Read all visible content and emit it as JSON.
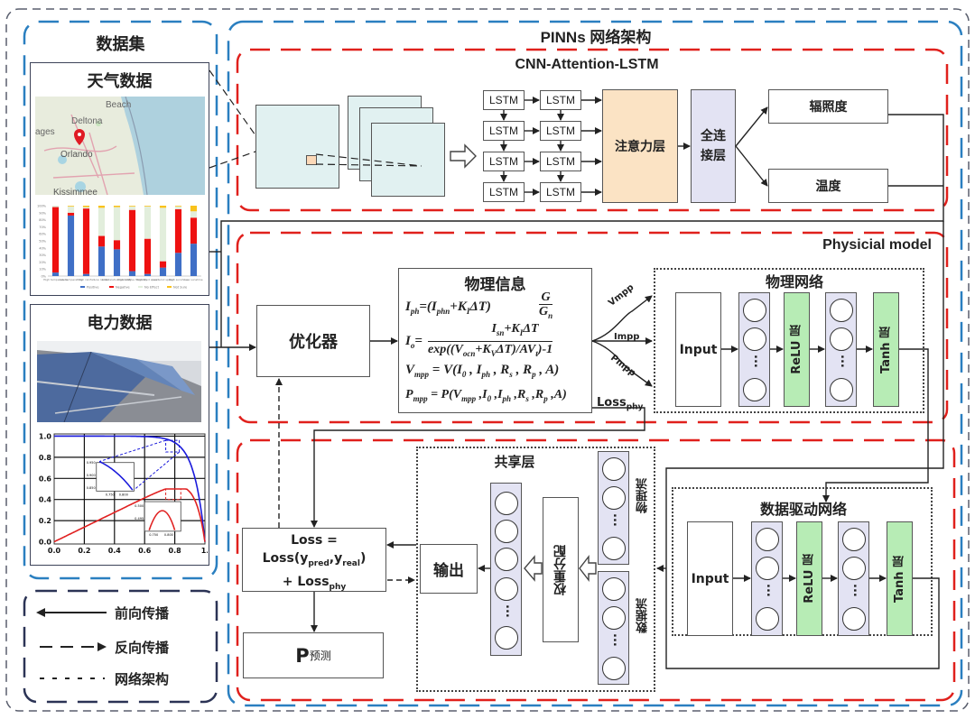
{
  "left_panel": {
    "title": "数据集",
    "weather": {
      "title": "天气数据",
      "map_labels": [
        "Beach",
        "Deltona",
        "ages",
        "Orlando",
        "Kissimmee"
      ],
      "bar_chart_legend": [
        "Positive",
        "Negative",
        "No Effect",
        "Not Sure"
      ],
      "bar_chart_categories": [
        "High temperature",
        "Low temperature",
        "High rainfall",
        "Low rainfall",
        "Low relative humidity",
        "High relative humidity",
        "High wind speed",
        "Low wind speed",
        "High sunshine",
        "Low sunshine"
      ],
      "bar_chart_series": {
        "Positive": [
          5,
          86,
          3,
          42,
          38,
          7,
          3,
          12,
          33,
          46
        ],
        "Negative": [
          93,
          4,
          93,
          15,
          13,
          87,
          50,
          9,
          62,
          37
        ],
        "No Effect": [
          2,
          9,
          2,
          40,
          47,
          5,
          46,
          76,
          4,
          9
        ],
        "Not Sure": [
          0,
          1,
          2,
          3,
          2,
          1,
          1,
          3,
          1,
          8
        ]
      },
      "bar_chart_yticks": [
        "0%",
        "10%",
        "20%",
        "30%",
        "40%",
        "50%",
        "60%",
        "70%",
        "80%",
        "90%",
        "100%"
      ]
    },
    "power": {
      "title": "电力数据",
      "iv_chart": {
        "yticks": [
          "0.0",
          "0.2",
          "0.4",
          "0.6",
          "0.8",
          "1.0"
        ],
        "xticks": [
          "0.0",
          "0.2",
          "0.4",
          "0.6",
          "0.8",
          "1."
        ],
        "inset1_yticks": [
          "0.950",
          "0.900",
          "0.850"
        ],
        "inset1_xticks": [
          "0.750",
          "0.800"
        ],
        "inset2_yticks": [
          "0.500",
          "0.495"
        ],
        "inset2_xticks": [
          "0.750",
          "0.800"
        ],
        "colors": {
          "iv_curve": "#1a1adb",
          "pv_curve": "#e02020"
        }
      }
    }
  },
  "legend": {
    "forward": "前向传播",
    "backward": "反向传播",
    "architecture": "网络架构"
  },
  "pinns": {
    "title": "PINNs 网络架构",
    "cnn": {
      "title": "CNN-Attention-LSTM",
      "lstm_label": "LSTM",
      "attention": "注意力层",
      "fc": "全连接层",
      "outputs": [
        "辐照度",
        "温度"
      ]
    },
    "physical": {
      "title": "Physicial model",
      "optimizer": "优化器",
      "info_title": "物理信息",
      "branches": [
        "Vmpp",
        "Impp",
        "Pmpp"
      ],
      "loss_phy_main": "Loss",
      "loss_phy_sub": "phy",
      "network_title": "物理网络",
      "input": "Input",
      "relu": "ReLU 层",
      "tanh": "Tanh 层"
    },
    "shared": {
      "loss_line1": "Loss =",
      "loss_line2_a": "Loss(y",
      "loss_line2_pred": "pred",
      "loss_line2_b": ",y",
      "loss_line2_real": "real",
      "loss_line2_c": ")",
      "loss_line3_a": "+ Loss",
      "loss_line3_sub": "phy",
      "predict_main": "P",
      "predict_sub": "预测",
      "shared_title": "共享层",
      "output": "输出",
      "weight": "权重分配",
      "phys_stream": "物理流",
      "data_stream": "数据流",
      "data_net_title": "数据驱动网络",
      "input": "Input",
      "relu": "ReLU 层",
      "tanh": "Tanh 层"
    }
  },
  "colors": {
    "outer_border": "#5a5f6e",
    "blue_dash": "#2a7fc0",
    "red_dash": "#e0201c",
    "navy_dash": "#2b3355",
    "attention_fill": "#fbe3c4",
    "fc_fill": "#e3e3f3",
    "green_fill": "#b7ecb5",
    "cnn_fill": "#e1f1f1"
  }
}
